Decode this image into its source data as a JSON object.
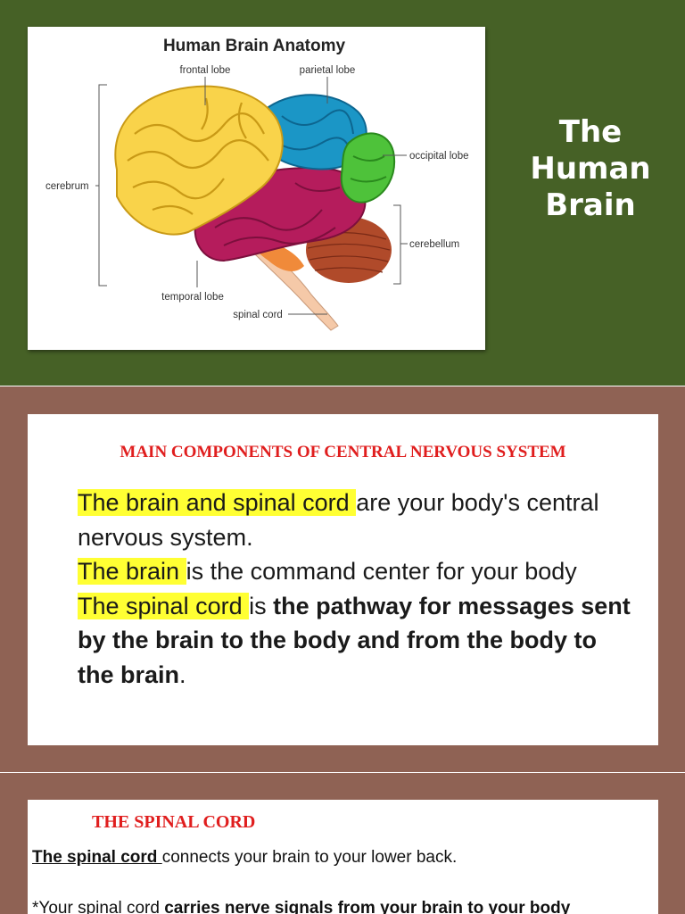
{
  "slide1": {
    "title_lines": [
      "The",
      "Human",
      "Brain"
    ],
    "figure": {
      "title": "Human Brain Anatomy",
      "labels": {
        "frontal": "frontal lobe",
        "parietal": "parietal lobe",
        "occipital": "occipital lobe",
        "cerebrum": "cerebrum",
        "cerebellum": "cerebellum",
        "temporal": "temporal lobe",
        "spinal": "spinal cord"
      },
      "colors": {
        "frontal": "#f9d34a",
        "parietal": "#1b96c6",
        "occipital": "#4ec23a",
        "temporal": "#b51c5c",
        "cerebellum": "#b04a2a",
        "brainstem": "#f08a3a"
      }
    }
  },
  "slide2": {
    "heading": "MAIN COMPONENTS OF CENTRAL NERVOUS SYSTEM",
    "p1_highlight": "The brain and spinal cord ",
    "p1_rest": "are your body's central nervous system.",
    "p2_highlight": "The brain ",
    "p2_rest": "is the command center for your body",
    "p3_highlight": "The spinal cord ",
    "p3_is": "is ",
    "p3_bold": "the pathway for messages sent by the brain to the body and from the body to the brain",
    "p3_end": "."
  },
  "slide3": {
    "heading": "THE SPINAL CORD",
    "line1_underlined": "The spinal cord ",
    "line1_rest": " connects your brain to your lower back.",
    "line2_start": "*Your spinal cord ",
    "line2_bold": "carries nerve signals from your brain to your body"
  },
  "colors": {
    "slide1_bg": "#466126",
    "slide2_bg": "#8f6254",
    "heading_red": "#e01e1e",
    "highlight": "#ffff33"
  }
}
